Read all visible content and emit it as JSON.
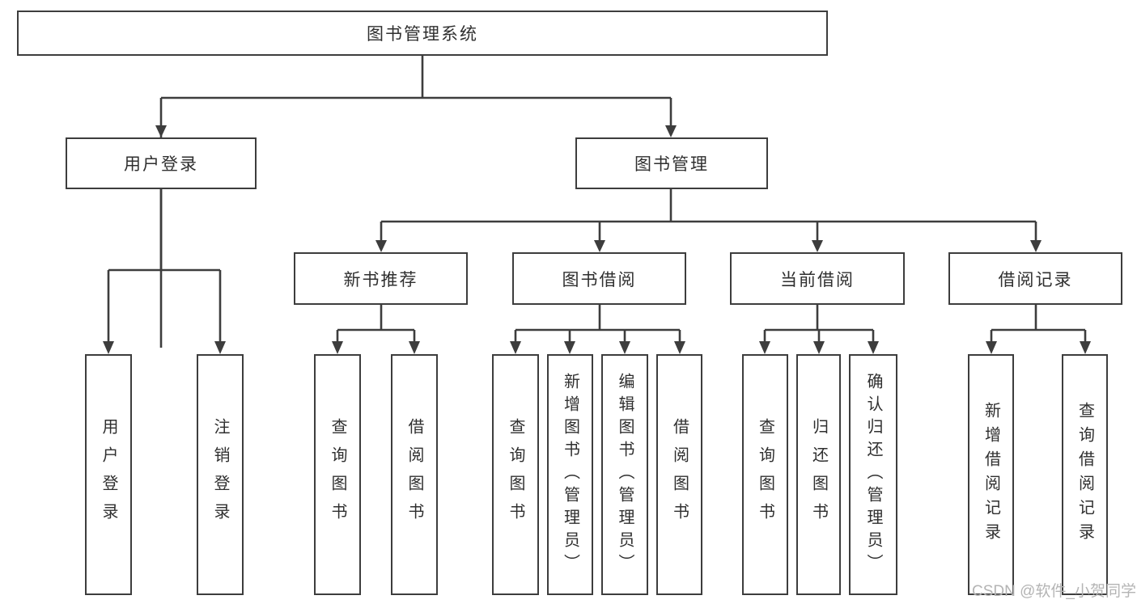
{
  "diagram": {
    "root": {
      "label": "图书管理系统"
    },
    "branches": [
      {
        "label": "用户登录",
        "children": [
          {
            "label": "用户登录"
          },
          {
            "label": "注销登录"
          }
        ]
      },
      {
        "label": "图书管理",
        "children": [
          {
            "label": "新书推荐",
            "children": [
              {
                "label": "查询图书"
              },
              {
                "label": "借阅图书"
              }
            ]
          },
          {
            "label": "图书借阅",
            "children": [
              {
                "label": "查询图书"
              },
              {
                "label": "新增图书（管理员）"
              },
              {
                "label": "编辑图书（管理员）"
              },
              {
                "label": "借阅图书"
              }
            ]
          },
          {
            "label": "当前借阅",
            "children": [
              {
                "label": "查询图书"
              },
              {
                "label": "归还图书"
              },
              {
                "label": "确认归还（管理员）"
              }
            ]
          },
          {
            "label": "借阅记录",
            "children": [
              {
                "label": "新增借阅记录"
              },
              {
                "label": "查询借阅记录"
              }
            ]
          }
        ]
      }
    ]
  },
  "watermark": {
    "text": "CSDN @软件_小贺同学"
  },
  "colors": {
    "line": "#3d3d3d",
    "text": "#2f2f2f",
    "watermark": "#b4b4b4",
    "background": "#ffffff"
  }
}
